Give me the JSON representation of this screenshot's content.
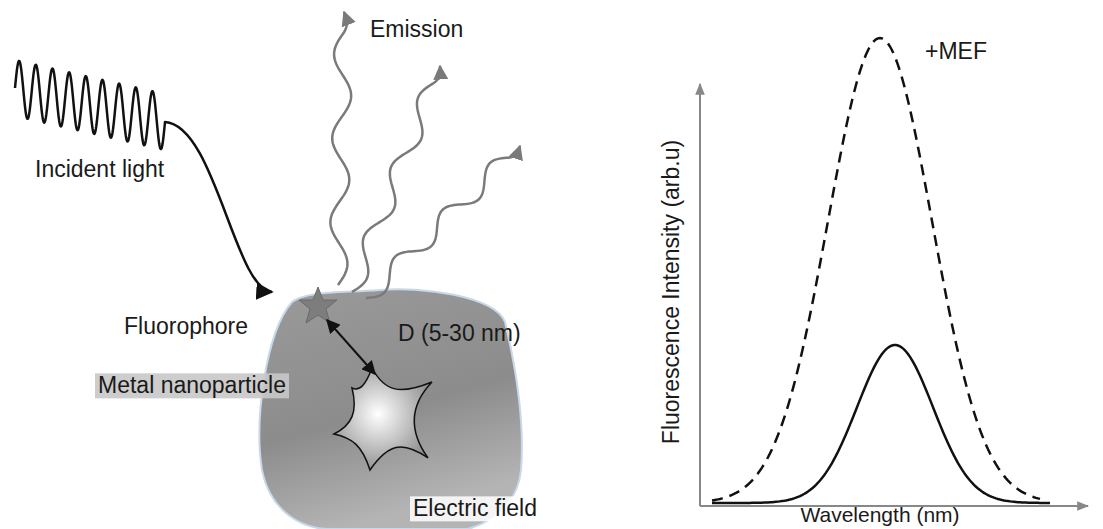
{
  "diagram": {
    "labels": [
      "Emission",
      "Incident light",
      "Fluorophore",
      "D (5-30 nm)",
      "Metal nanoparticle",
      "Electric field",
      "+MEF",
      "Fluorescence Intensity (arb.u)",
      "Wavelength (nm)"
    ]
  }
}
